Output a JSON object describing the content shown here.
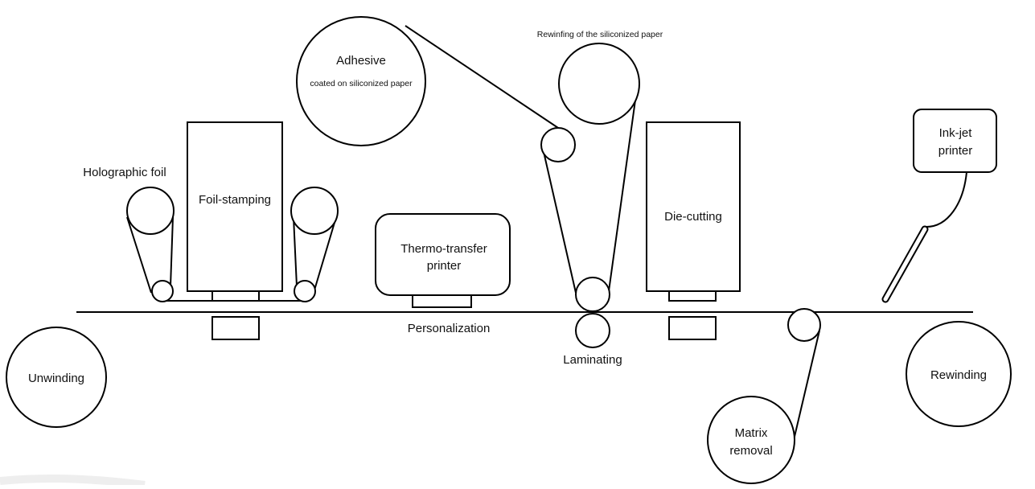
{
  "labels": {
    "adhesive": "Adhesive",
    "adhesive_sub": "coated on siliconized paper",
    "rewinding_paper": "Rewinfing of the siliconized paper",
    "holographic_foil": "Holographic foil",
    "foil_stamping": "Foil-stamping",
    "thermo_transfer_line1": "Thermo-transfer",
    "thermo_transfer_line2": "printer",
    "personalization": "Personalization",
    "laminating": "Laminating",
    "die_cutting": "Die-cutting",
    "ink_jet_line1": "Ink-jet",
    "ink_jet_line2": "printer",
    "unwinding": "Unwinding",
    "rewinding": "Rewinding",
    "matrix_line1": "Matrix",
    "matrix_line2": "removal"
  }
}
